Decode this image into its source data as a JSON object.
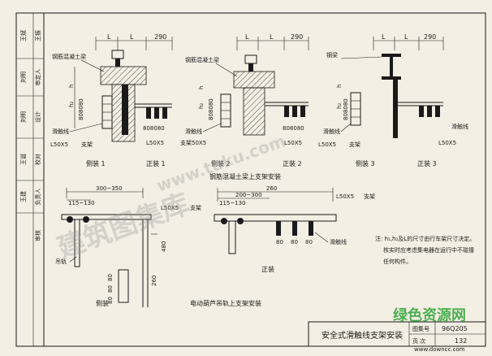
{
  "sidebar": {
    "cells": [
      {
        "sig": "王斌",
        "role": "王振"
      },
      {
        "sig": "刘明",
        "role": "审定人"
      },
      {
        "sig": "刘明",
        "role": "设计"
      },
      {
        "sig": "王诞",
        "role": "校对"
      },
      {
        "sig": "王建",
        "role": "负责人"
      },
      {
        "sig": "",
        "role": "审核"
      }
    ]
  },
  "top": {
    "dims": {
      "L": "L",
      "d290": "290",
      "h": "h",
      "h1": "h₁",
      "h2": "h₂",
      "d8080": "80",
      "d808080": "808080"
    },
    "labels": {
      "beam": "钢筋混凝土梁",
      "beam_short": "钢梁",
      "wire": "滑触线",
      "angle": "L50X5",
      "bracket": "支架",
      "bracket_angle": "支架50X5",
      "side1": "侧装 1",
      "front1": "正装 1",
      "side2": "侧装 2",
      "front2": "正装 2",
      "side3": "侧装 3",
      "front3": "正装 3"
    }
  },
  "bottom": {
    "title_mid": "钢筋混凝土梁上支架安装",
    "left": {
      "d300_350": "300~350",
      "d115_130": "115~130",
      "angle": "L50X5",
      "bracket": "支架",
      "wire": "吊轨",
      "d480": "480",
      "d80a": "80",
      "d80b": "80",
      "d80c": "80",
      "d260": "260",
      "side": "侧装",
      "caption": "电动葫芦吊轨上支架安装"
    },
    "mid": {
      "d260": "260",
      "d200_300": "200~300",
      "d115_130": "115~130",
      "angle": "L50X5",
      "bracket": "支架",
      "wire": "滑触线",
      "d80a": "80",
      "d80b": "80",
      "d80c": "80",
      "front": "正装"
    },
    "notes": [
      "注: h₁,h₂及L的尺寸由行车架尺寸决定。",
      "核实时应考虑集电器在运行中不碰撞",
      "任何构件。"
    ]
  },
  "title_block": {
    "title": "安全式滑触线支架安装",
    "atlas_label": "图集号",
    "atlas_no": "96Q205",
    "page_label": "页 次",
    "page_no": "132"
  },
  "watermark": {
    "cn": "建筑图集库",
    "url": "www.tuku.com",
    "site": "绿色资源网",
    "site_url": "www.downcc.com"
  }
}
